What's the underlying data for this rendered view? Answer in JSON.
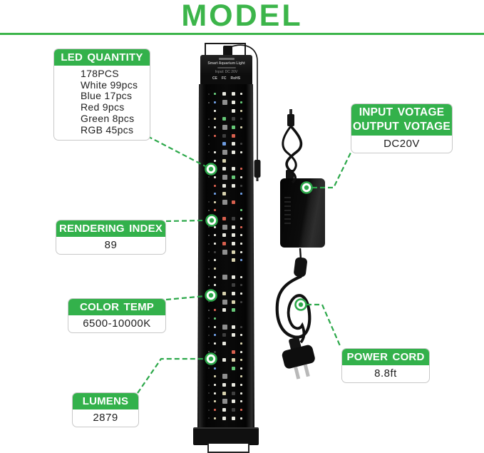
{
  "title": "MODEL",
  "colors": {
    "accent_green": "#33b14b",
    "dash_green": "#2ca84a",
    "title_green": "#3cb54a"
  },
  "callouts": {
    "led_quantity": {
      "label": "LED QUANTITY",
      "lines": [
        "178PCS",
        "White 99pcs",
        "Blue 17pcs",
        "Red 9pcs",
        "Green 8pcs",
        "RGB 45pcs"
      ]
    },
    "input_output_voltage": {
      "label_lines": [
        "INPUT VOTAGE",
        "OUTPUT VOTAGE"
      ],
      "value": "DC20V"
    },
    "rendering_index": {
      "label": "RENDERING INDEX",
      "value": "89"
    },
    "color_temp": {
      "label": "COLOR TEMP",
      "value": "6500-10000K"
    },
    "lumens": {
      "label": "LUMENS",
      "value": "2879"
    },
    "power_cord": {
      "label": "POWER CORD",
      "value": "8.8ft"
    }
  },
  "device_label": {
    "product": "Smart Aquarium Light",
    "input": "Input: DC 20V",
    "marks": [
      "CE",
      "FC",
      "RoHS"
    ]
  },
  "led_palette": {
    "white": "#e9e9e0",
    "warm": "#d8d2ae",
    "blue": "#6e9ce0",
    "red": "#d8604e",
    "green": "#66c878",
    "dim": "#3f3f3f",
    "rgb_chip": "#8f8f8f"
  }
}
